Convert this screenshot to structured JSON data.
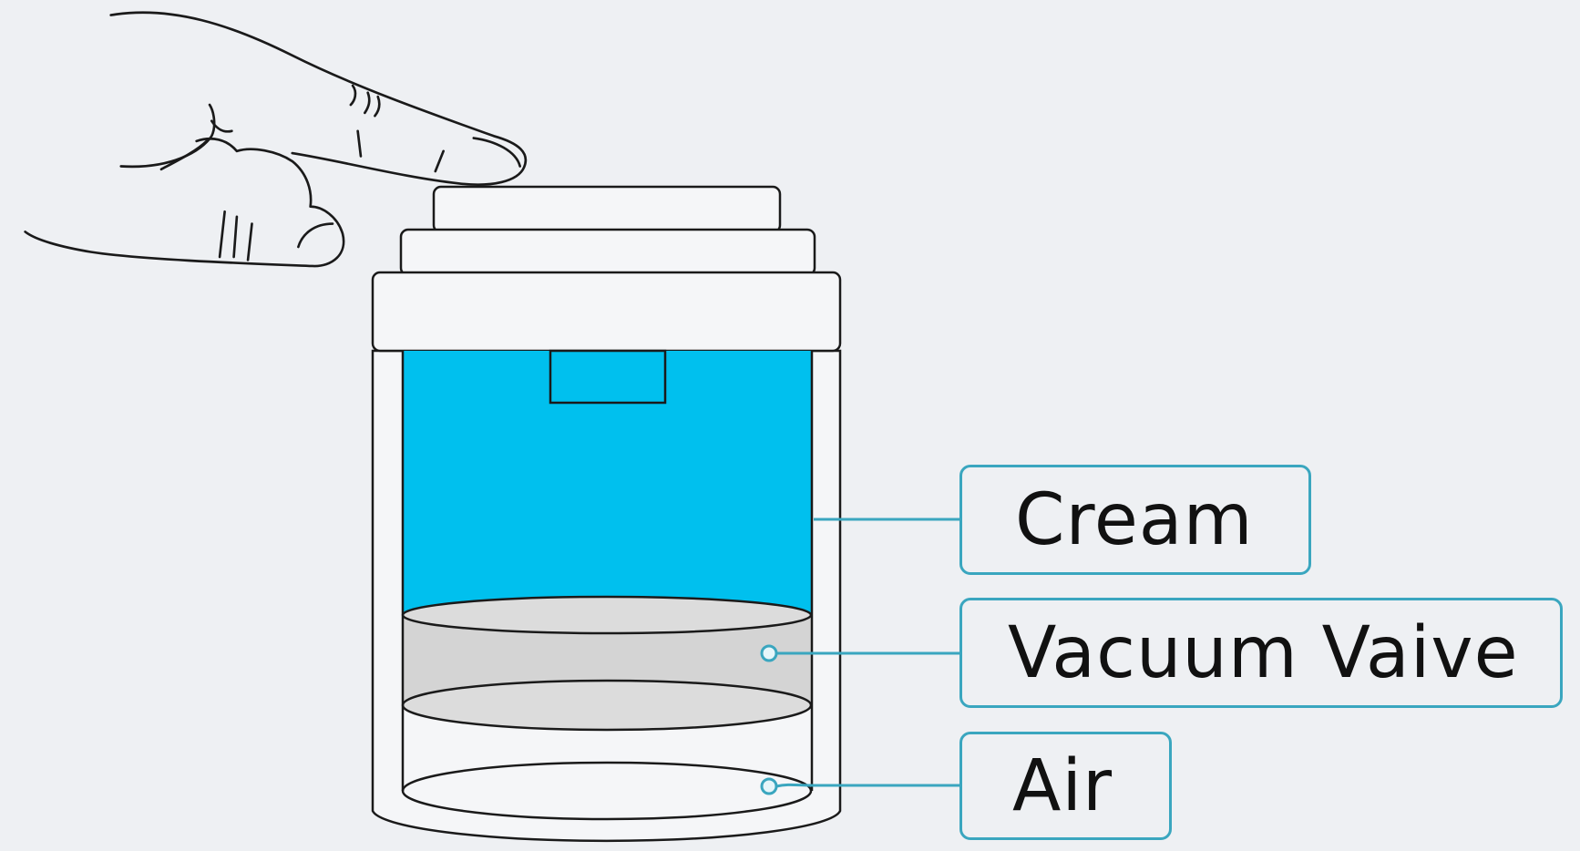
{
  "labels": {
    "cream": "Cream",
    "vacuum_valve": "Vacuum Vaive",
    "air": "Air"
  },
  "colors": {
    "background": "#eef0f3",
    "cream": "#00c0ee",
    "valve": "#d6d6d6",
    "callout": "#3aa6bf",
    "outline": "#1a1a1a"
  }
}
